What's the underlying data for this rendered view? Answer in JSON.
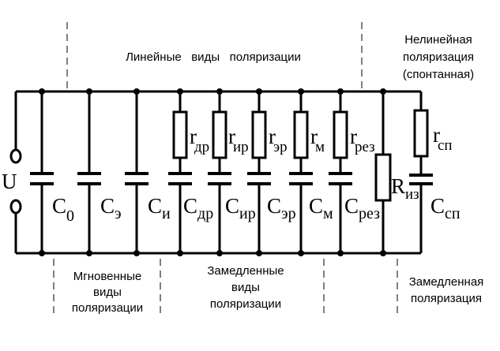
{
  "source_label": "U",
  "captions": {
    "linear": "Линейные   виды   поляризации",
    "nonlinear": [
      "Нелинейная",
      "поляризация",
      "(спонтанная)"
    ],
    "instant": [
      "Мгновенные",
      "виды",
      "поляризации"
    ],
    "slow_kinds": [
      "Замедленные",
      "виды",
      "поляризации"
    ],
    "slow": [
      "Замедленная",
      "поляризация"
    ]
  },
  "capacitors": [
    {
      "base": "C",
      "sub": "0"
    },
    {
      "base": "C",
      "sub": "э"
    },
    {
      "base": "C",
      "sub": "и"
    },
    {
      "base": "C",
      "sub": "др"
    },
    {
      "base": "C",
      "sub": "ир"
    },
    {
      "base": "C",
      "sub": "эр"
    },
    {
      "base": "C",
      "sub": "м"
    },
    {
      "base": "C",
      "sub": "рез"
    },
    {
      "base": "C",
      "sub": "сп"
    }
  ],
  "resistors": [
    {
      "base": "r",
      "sub": "др"
    },
    {
      "base": "r",
      "sub": "ир"
    },
    {
      "base": "r",
      "sub": "эр"
    },
    {
      "base": "r",
      "sub": "м"
    },
    {
      "base": "r",
      "sub": "рез"
    },
    {
      "base": "r",
      "sub": "сп"
    }
  ],
  "insulation_resistor": {
    "base": "R",
    "sub": "из"
  }
}
